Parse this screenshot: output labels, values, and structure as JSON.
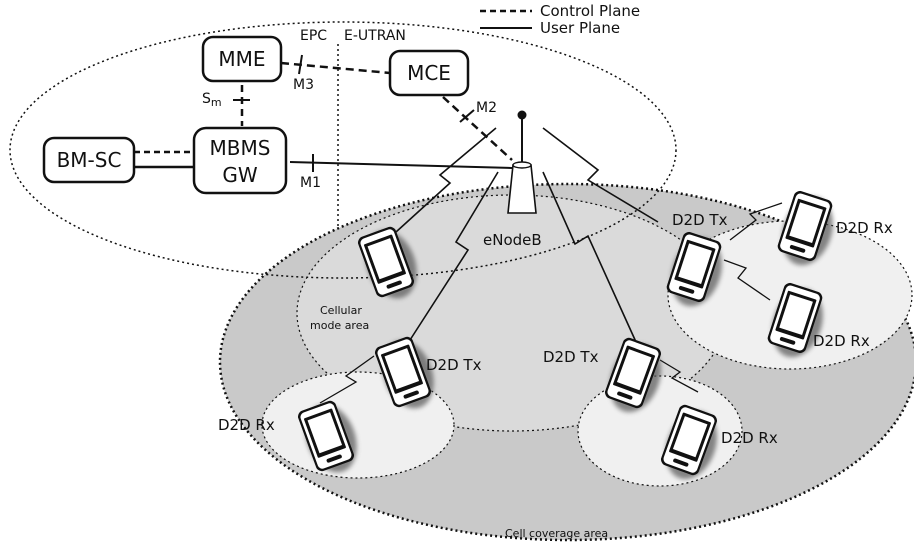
{
  "legend": {
    "control_plane": "Control Plane",
    "user_plane": "User Plane"
  },
  "core": {
    "epc": "EPC",
    "eutran": "E-UTRAN",
    "mme": "MME",
    "mce": "MCE",
    "mbms_gw_line1": "MBMS",
    "mbms_gw_line2": "GW",
    "bm_sc": "BM-SC"
  },
  "interfaces": {
    "m1": "M1",
    "m2": "M2",
    "m3": "M3",
    "sm_main": "S",
    "sm_sub": "m"
  },
  "areas": {
    "enodeb": "eNodeB",
    "cellular_line1": "Cellular",
    "cellular_line2": "mode area",
    "cell_coverage": "Cell  coverage area"
  },
  "devices": {
    "d2d_tx_left": "D2D Tx",
    "d2d_tx_mid": "D2D Tx",
    "d2d_tx_right": "D2D Tx",
    "d2d_rx_left": "D2D Rx",
    "d2d_rx_mid": "D2D Rx",
    "d2d_rx_right_top": "D2D Rx",
    "d2d_rx_right_bottom": "D2D Rx"
  },
  "colors": {
    "cell_fill": "#c9c9c9",
    "cellular_fill": "#dadada",
    "cluster_fill": "#f0f0f0",
    "stroke": "#111111"
  }
}
